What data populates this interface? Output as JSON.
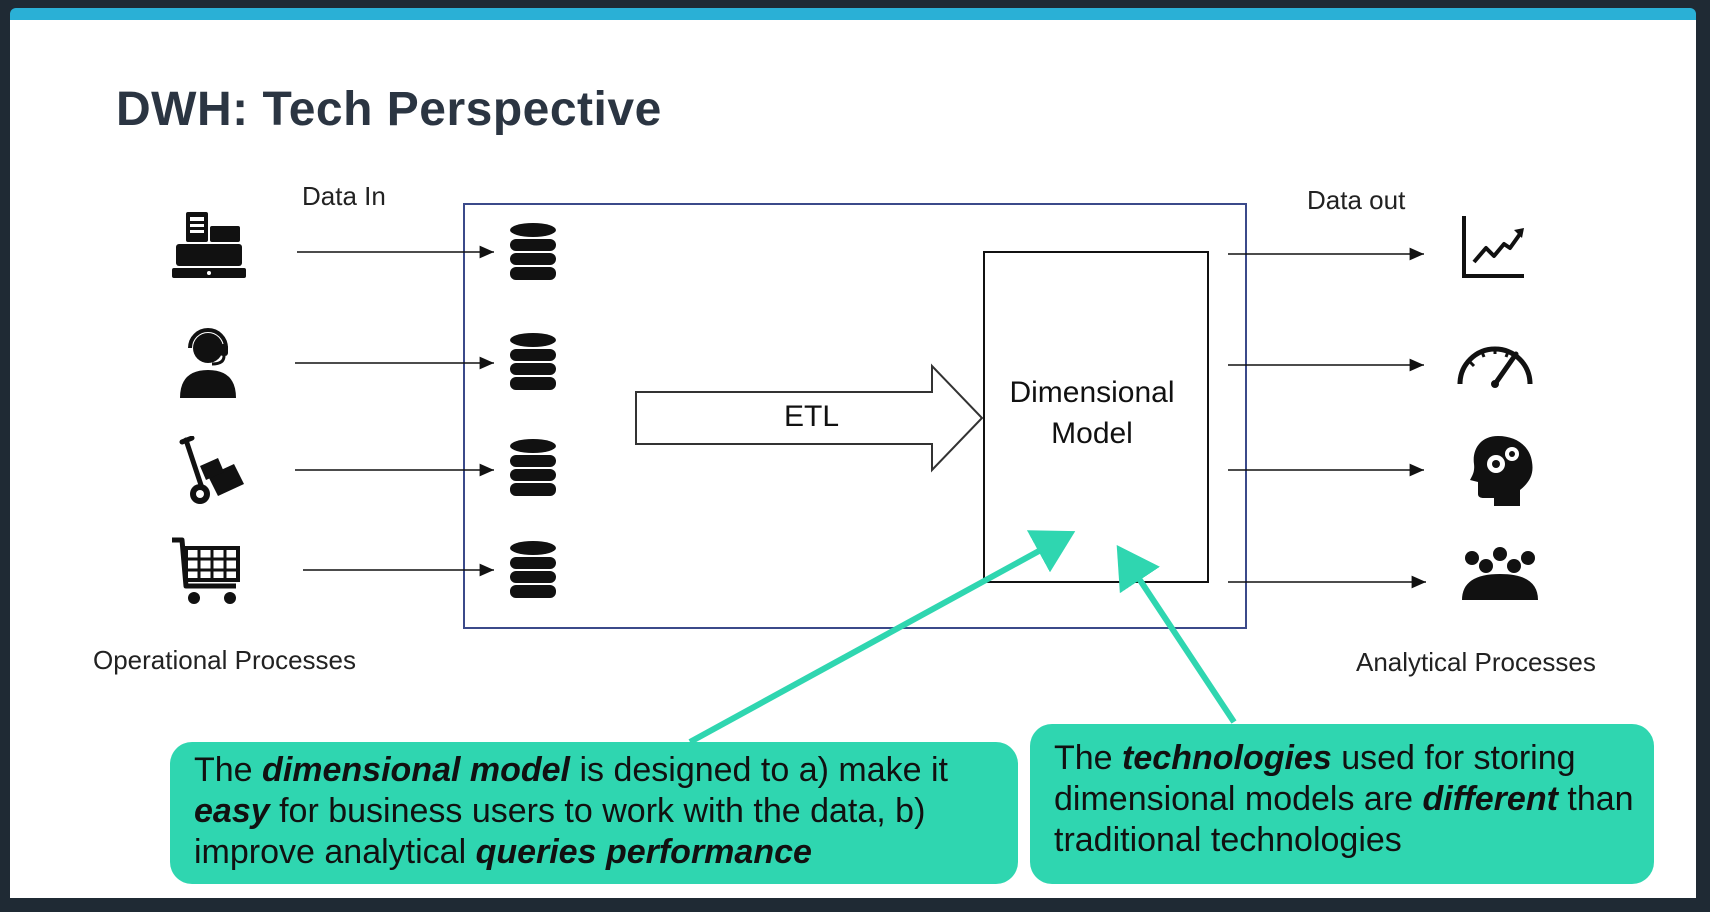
{
  "slide": {
    "title": "DWH: Tech Perspective",
    "data_in_label": "Data In",
    "data_out_label": "Data out",
    "operational_label": "Operational Processes",
    "analytical_label": "Analytical Processes",
    "etl_label": "ETL",
    "dimensional_model_line1": "Dimensional",
    "dimensional_model_line2": "Model"
  },
  "icons": {
    "sources": [
      "cash-register-icon",
      "support-agent-icon",
      "hand-truck-icon",
      "shopping-cart-icon"
    ],
    "storage": [
      "database-icon",
      "database-icon",
      "database-icon",
      "database-icon"
    ],
    "outputs": [
      "line-chart-icon",
      "speedometer-icon",
      "head-gears-icon",
      "people-group-icon"
    ]
  },
  "callouts": {
    "left": {
      "p1": "The ",
      "b1": "dimensional model",
      "p2": " is designed to a) make it ",
      "b2": "easy",
      "p3": " for business users to work with the data, b) improve analytical ",
      "b3": "queries performance"
    },
    "right": {
      "p1": "The ",
      "b1": "technologies",
      "p2": " used for storing dimensional models are ",
      "b2": "different",
      "p3": " than traditional technologies"
    }
  },
  "colors": {
    "accent": "#2fd6b0",
    "topbar": "#2ab0d6",
    "title": "#2b3542",
    "frame_border": "#3b4a8a"
  }
}
